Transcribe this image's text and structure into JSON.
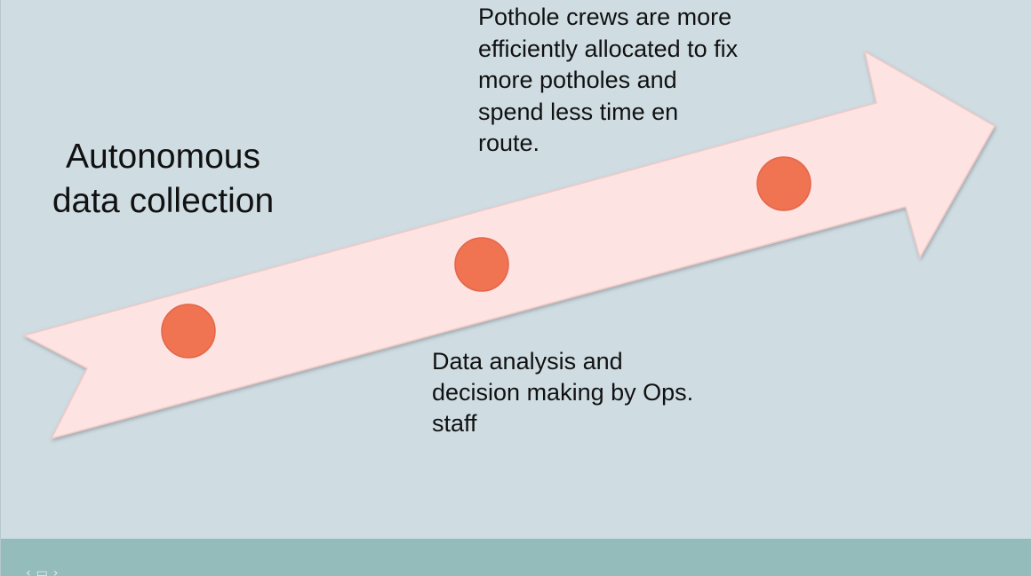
{
  "diagram": {
    "steps": [
      {
        "label": "Autonomous data collection"
      },
      {
        "label": "Data analysis and decision making by Ops. staff"
      },
      {
        "label": "Pothole crews are more efficiently allocated to fix more potholes and spend less time en route."
      }
    ]
  },
  "colors": {
    "background": "#cfdde3",
    "arrow_fill": "#fde3e2",
    "arrow_stroke": "#f0c9c6",
    "node_fill": "#f07352",
    "footer": "#93bcbb"
  },
  "footer": {
    "nav_icons": [
      "previous-slide-icon",
      "slide-menu-icon",
      "next-slide-icon"
    ]
  }
}
